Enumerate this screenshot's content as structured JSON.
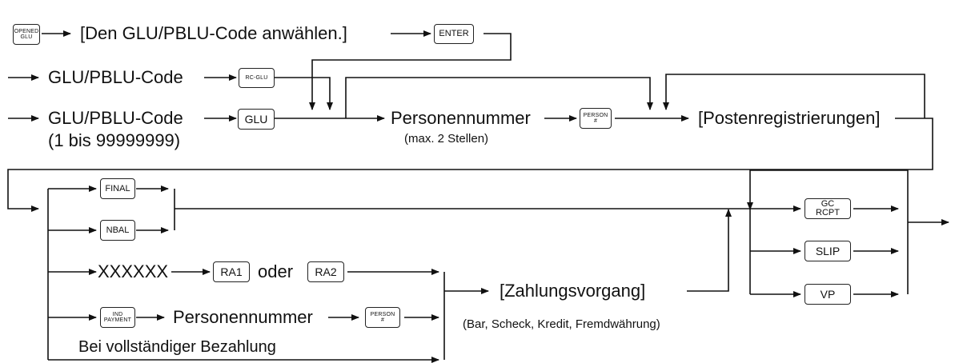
{
  "keys": {
    "opened_glu": [
      "OPENED",
      "GLU"
    ],
    "enter": "ENTER",
    "rc_glu": "RC-GLU",
    "glu": "GLU",
    "person_1": [
      "PERSON",
      "#"
    ],
    "final": "FINAL",
    "nbal": "NBAL",
    "ra1": "RA1",
    "ra2": "RA2",
    "ind_payment": [
      "IND",
      "PAYMENT"
    ],
    "person_2": [
      "PERSON",
      "#"
    ],
    "gc_rcpt": [
      "GC",
      "RCPT"
    ],
    "slip": "SLIP",
    "vp": "VP"
  },
  "labels": {
    "select_code": "[Den GLU/PBLU-Code anwählen.]",
    "glu_pblu_code_1": "GLU/PBLU-Code",
    "glu_pblu_code_2": "GLU/PBLU-Code",
    "code_range": "(1 bis 99999999)",
    "person_number_1": "Personennummer",
    "max_digits": "(max. 2 Stellen)",
    "item_registrations": "[Postenregistrierungen]",
    "xxxxxx": "XXXXXX",
    "oder": "oder",
    "person_number_2": "Personennummer",
    "full_payment": "Bei vollständiger Bezahlung",
    "payment_process": "[Zahlungsvorgang]",
    "payment_types": "(Bar, Scheck, Kredit, Fremdwährung)"
  }
}
